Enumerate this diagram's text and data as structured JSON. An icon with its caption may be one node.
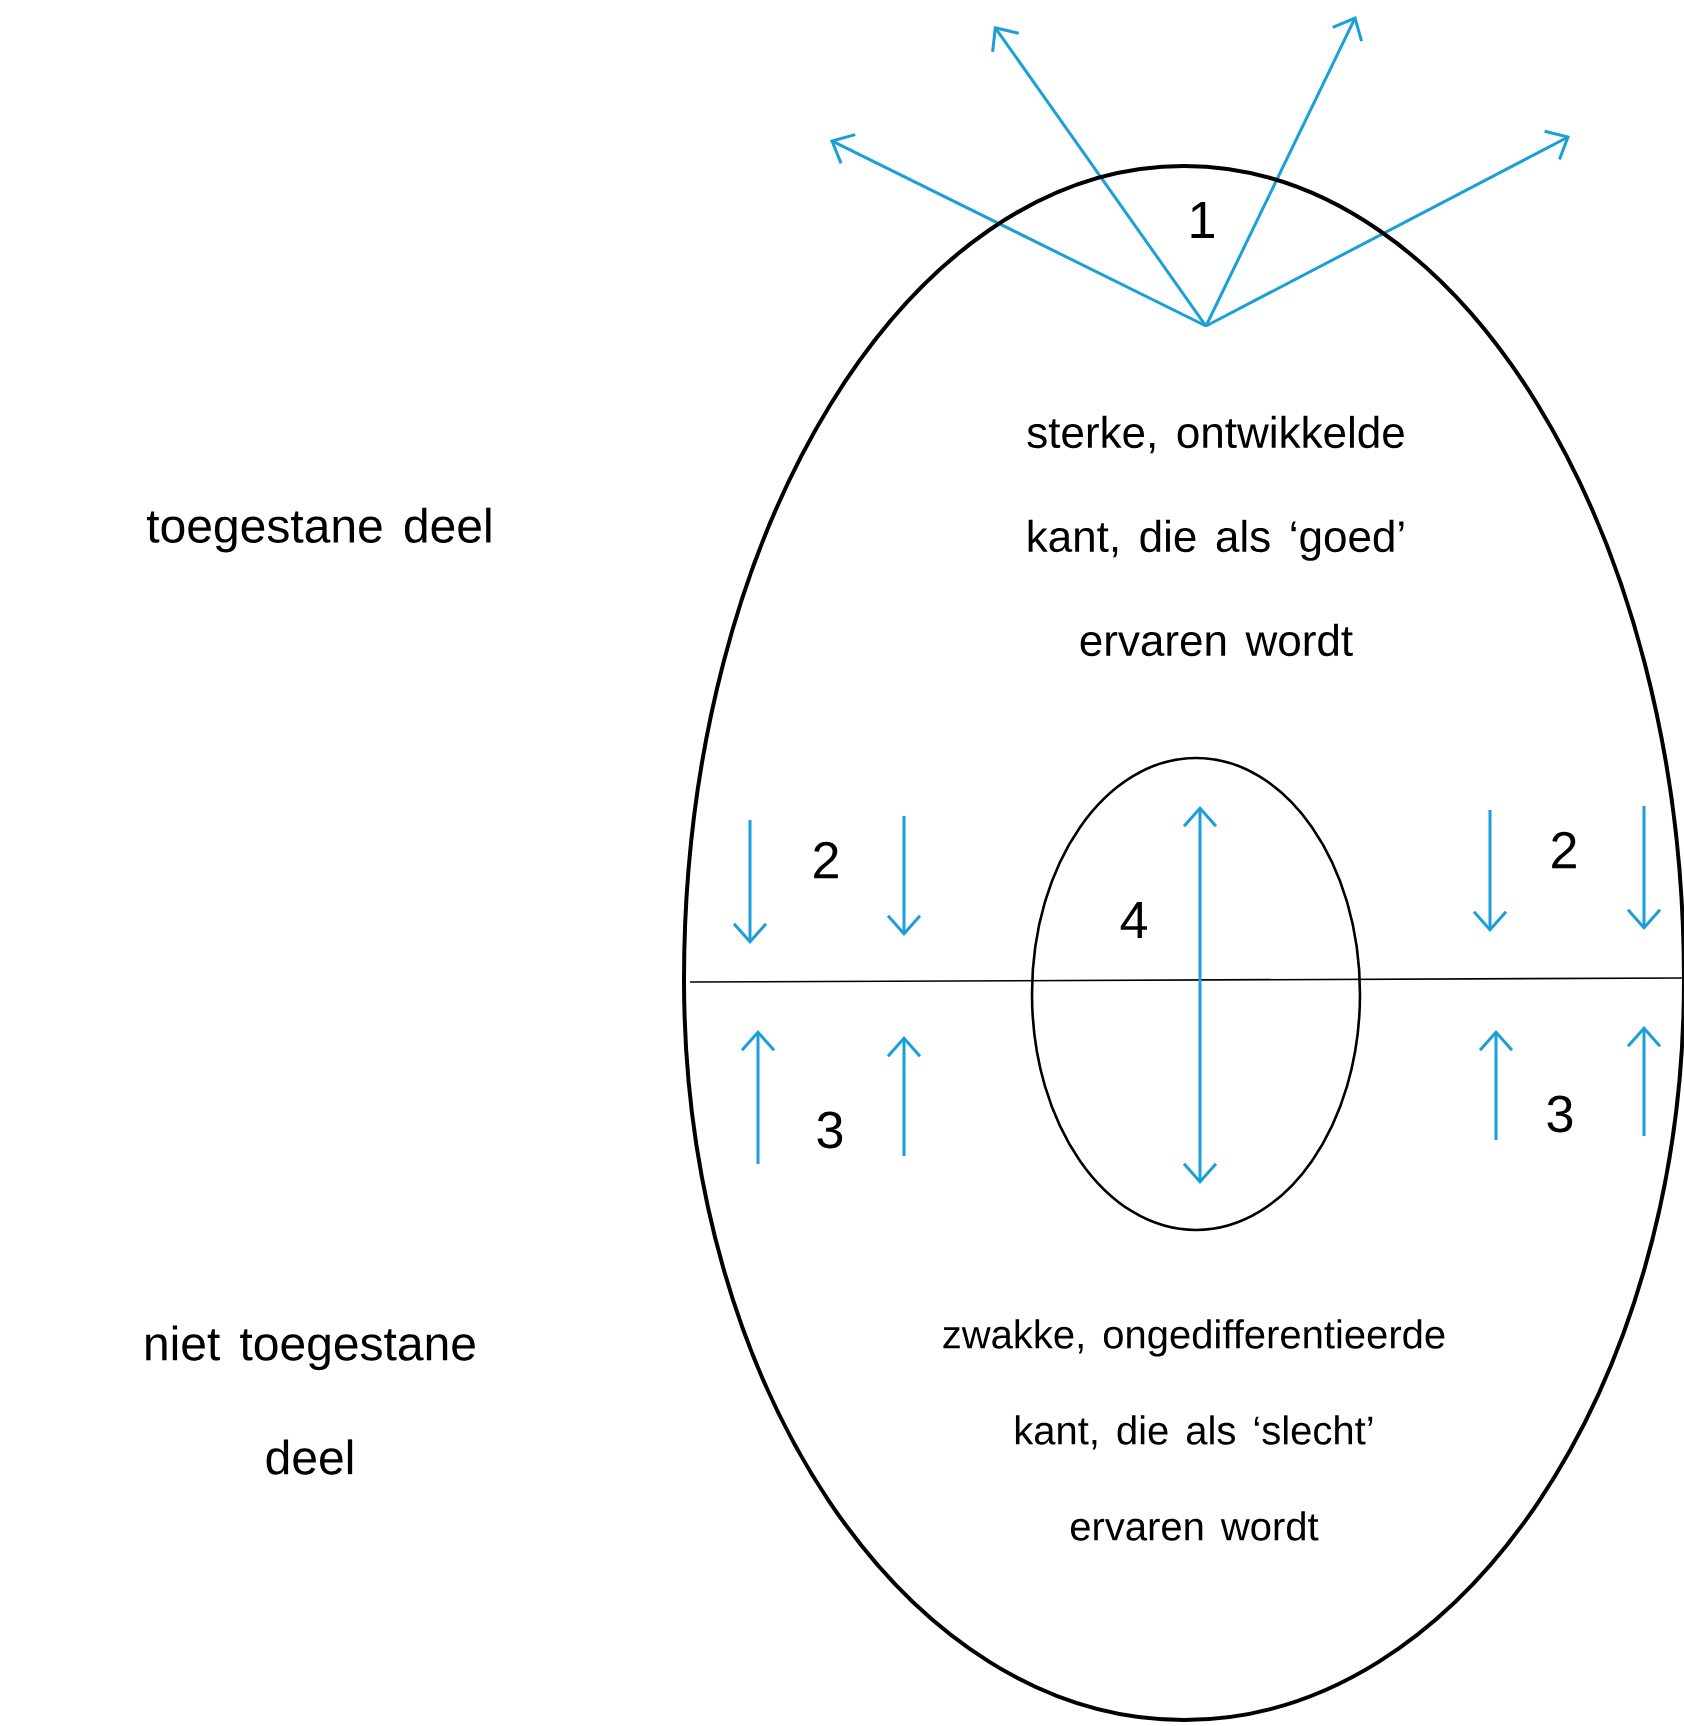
{
  "diagram": {
    "nodes": [
      {
        "text": [
          "1",
          "sterke, ontwikkelde kant, die als ‘goed’ ervaren wordt",
          "zwakke, ongedifferentieerde kant, die als ‘slecht’ ervaren wordt"
        ]
      },
      {
        "text": [
          "4"
        ],
        "in": 0
      }
    ],
    "labels": [
      "toegestane deel",
      "2",
      "2",
      "3",
      "3",
      "niet toegestane deel"
    ]
  }
}
